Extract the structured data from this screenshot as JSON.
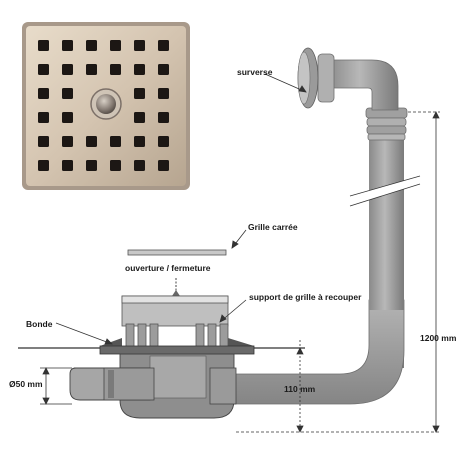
{
  "labels": {
    "surverse": "surverse",
    "grille_carree": "Grille carrée",
    "ouverture_fermeture": "ouverture / fermeture",
    "support_grille": "support de grille à recouper",
    "bonde": "Bonde",
    "diam_50": "Ø50 mm",
    "dim_110": "110 mm",
    "dim_1200": "1200 mm"
  },
  "colors": {
    "pipe": "#9c9c9c",
    "pipe_dark": "#6f6f6f",
    "grate_metal": "#d6c7b4",
    "grate_hole": "#1c1714",
    "body_dark": "#4a4a4a"
  }
}
